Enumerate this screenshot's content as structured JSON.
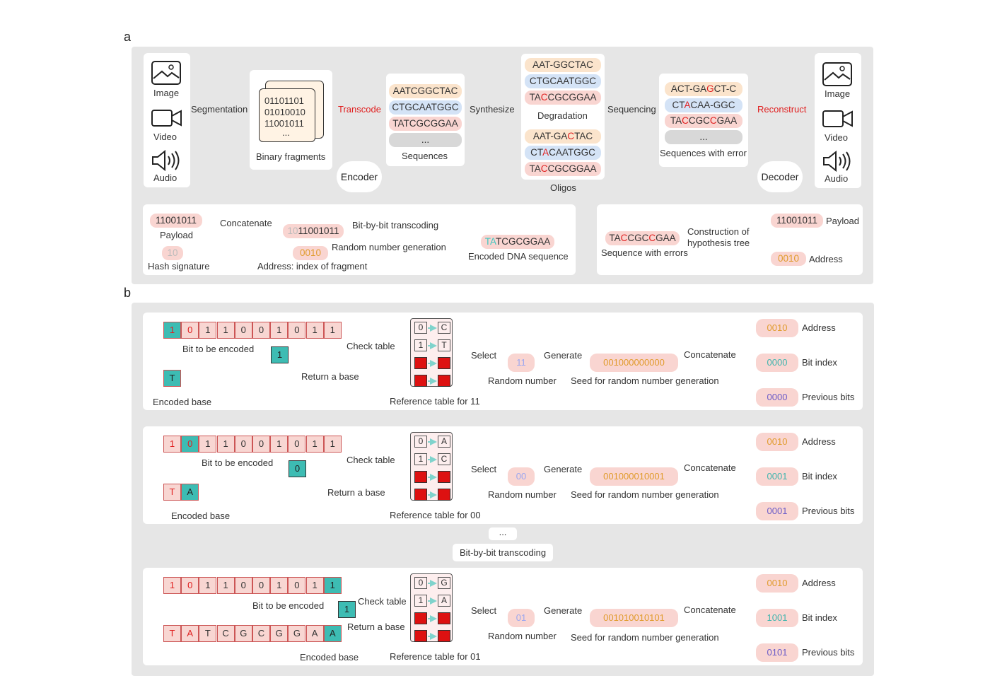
{
  "panel_a": {
    "label": "a",
    "inputs": {
      "image": "Image",
      "video": "Video",
      "audio": "Audio"
    },
    "outputs": {
      "image": "Image",
      "video": "Video",
      "audio": "Audio"
    },
    "segmentation": "Segmentation",
    "binary_lines": [
      "01101101",
      "01010010",
      "11001011",
      "..."
    ],
    "binary_caption": "Binary fragments",
    "transcode": "Transcode",
    "encoder": "Encoder",
    "sequences": [
      "AATCGGCTAC",
      "CTGCAATGGC",
      "TATCGCGGAA",
      "..."
    ],
    "sequences_caption": "Sequences",
    "synthesize": "Synthesize",
    "oligos_top": [
      "AAT-GGCTAC",
      "CTGCAATGGC",
      "TACCGCGGAA"
    ],
    "degradation": "Degradation",
    "oligos_bottom": [
      "AAT-GACTAC",
      "CTACAATGGC",
      "TACCGCGGAA"
    ],
    "oligos_caption": "Oligos",
    "sequencing": "Sequencing",
    "err_sequences": [
      "ACT-GAGCT-C",
      "CTACAA-GGC",
      "TACCGCCGAA",
      "..."
    ],
    "err_caption": "Sequences with error",
    "reconstruct": "Reconstruct",
    "decoder": "Decoder",
    "enc_detail": {
      "payload_value": "11001011",
      "payload_label": "Payload",
      "hash_value": "10",
      "hash_label": "Hash signature",
      "concatenate": "Concatenate",
      "concat_prefix": "10",
      "concat_rest": "11001011",
      "bit_by_bit": "Bit-by-bit transcoding",
      "random_gen": "Random number generation",
      "address_value": "0010",
      "address_label": "Address: index of fragment",
      "encoded_prefix": "TA",
      "encoded_rest": "TCGCGGAA",
      "encoded_label": "Encoded DNA sequence"
    },
    "dec_detail": {
      "seq_value": "TACCGCCGAA",
      "seq_label": "Sequence with errors",
      "construction": "Construction of",
      "hypothesis": "hypothesis tree",
      "payload_value": "11001011",
      "payload_label": "Payload",
      "address_value": "0010",
      "address_label": "Address"
    }
  },
  "panel_b": {
    "label": "b",
    "check_table": "Check table",
    "return_base": "Return a base",
    "bit_to_encode": "Bit to be encoded",
    "encoded_base": "Encoded base",
    "select": "Select",
    "generate": "Generate",
    "random_number": "Random number",
    "seed_label": "Seed for random number generation",
    "concatenate": "Concatenate",
    "address_label": "Address",
    "bit_index_label": "Bit index",
    "previous_bits_label": "Previous bits",
    "ellipsis": "...",
    "bit_by_bit": "Bit-by-bit transcoding",
    "rows": [
      {
        "bits": [
          "1",
          "0",
          "1",
          "1",
          "0",
          "0",
          "1",
          "0",
          "1",
          "1"
        ],
        "current_bit": "1",
        "encoded": [
          "T"
        ],
        "table": [
          [
            "0",
            "C"
          ],
          [
            "1",
            "T"
          ]
        ],
        "table_caption": "Reference table for 11",
        "random": "11",
        "seed": "001000000000",
        "address": "0010",
        "bit_index": "0000",
        "previous_bits": "0000"
      },
      {
        "bits": [
          "1",
          "0",
          "1",
          "1",
          "0",
          "0",
          "1",
          "0",
          "1",
          "1"
        ],
        "current_bit": "0",
        "encoded": [
          "T",
          "A"
        ],
        "table": [
          [
            "0",
            "A"
          ],
          [
            "1",
            "C"
          ]
        ],
        "table_caption": "Reference table for 00",
        "random": "00",
        "seed": "001000010001",
        "address": "0010",
        "bit_index": "0001",
        "previous_bits": "0001"
      },
      {
        "bits": [
          "1",
          "0",
          "1",
          "1",
          "0",
          "0",
          "1",
          "0",
          "1",
          "1"
        ],
        "current_bit": "1",
        "encoded": [
          "T",
          "A",
          "T",
          "C",
          "G",
          "C",
          "G",
          "G",
          "A",
          "A"
        ],
        "table": [
          [
            "0",
            "G"
          ],
          [
            "1",
            "A"
          ]
        ],
        "table_caption": "Reference table for 01",
        "random": "01",
        "seed": "001010010101",
        "address": "0010",
        "bit_index": "1001",
        "previous_bits": "0101"
      }
    ]
  },
  "colors": {
    "teal": "#3dbcb3",
    "arrow": "#7fd3cc",
    "pink": "#f9d5d1",
    "red": "#e02020",
    "panel_bg": "#e6e6e6"
  }
}
